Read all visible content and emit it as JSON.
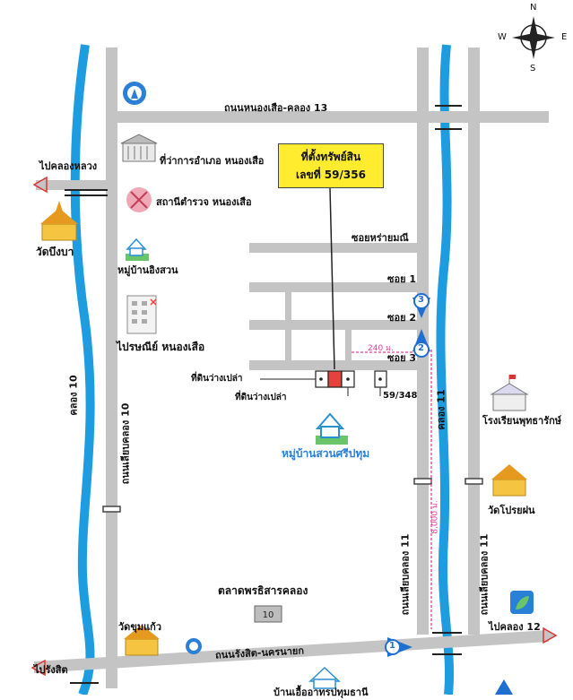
{
  "compass": {
    "n": "N",
    "s": "S",
    "e": "E",
    "w": "W"
  },
  "roads": {
    "nong_suea_klong13": "ถนนหนองเสือ-คลอง 13",
    "rangsit_nakhonnayok": "ถนนรังสิต-นครนายก",
    "liap_klong10": "ถนนเลียบคลอง 10",
    "liap_klong11_a": "ถนนเลียบคลอง 11",
    "liap_klong11_b": "ถนนเลียบคลอง 11",
    "soi_raimani": "ซอยหร่ายมณี",
    "soi1": "ซอย 1",
    "soi2": "ซอย 2",
    "soi3": "ซอย 3"
  },
  "canals": {
    "klong10": "คลอง 10",
    "klong11": "คลอง 11"
  },
  "directions": {
    "to_klong_luang": "ไปคลองหลวง",
    "to_rangsit": "ไปรังสิต",
    "to_klong12": "ไปคลอง 12"
  },
  "landmarks": {
    "district_office": "ที่ว่าการอำเภอ หนองเสือ",
    "police_station": "สถานีตำรวจ หนองเสือ",
    "wat_bueng_ba": "วัดบึงบา",
    "moo_ban_ing_suan": "หมู่บ้านอิงสวน",
    "post_office": "ไปรษณีย์ หนองเสือ",
    "moo_ban_suan_sri_pathum": "หมู่บ้านสวนศรีปทุม",
    "school": "โรงเรียนพุทธารักษ์",
    "wat_prai_fon": "วัดโปรยฝน",
    "market": "ตลาดพรธิสารคลอง",
    "wat_khum_kaeo": "วัดขุมแก้ว",
    "bottom_cut": "บ้านเอื้ออาทรปทุมธานี"
  },
  "property": {
    "callout_line1": "ที่ตั้งทรัพย์สิน",
    "callout_line2": "เลขที่ 59/356",
    "vacant1": "ที่ดินว่างเปล่า",
    "vacant2": "ที่ดินว่างเปล่า",
    "neighbor": "59/348"
  },
  "distances": {
    "d240": "240 ม.",
    "d8000": "8,000 ม."
  },
  "markers": {
    "m1": "1",
    "m2": "2",
    "m3": "3"
  },
  "colors": {
    "road": "#c4c4c4",
    "canal": "#1e9ce0",
    "callout": "#ffec2e",
    "marker": "#1f6fd1",
    "dim": "#e8409a",
    "lot_red": "#e8403a"
  }
}
